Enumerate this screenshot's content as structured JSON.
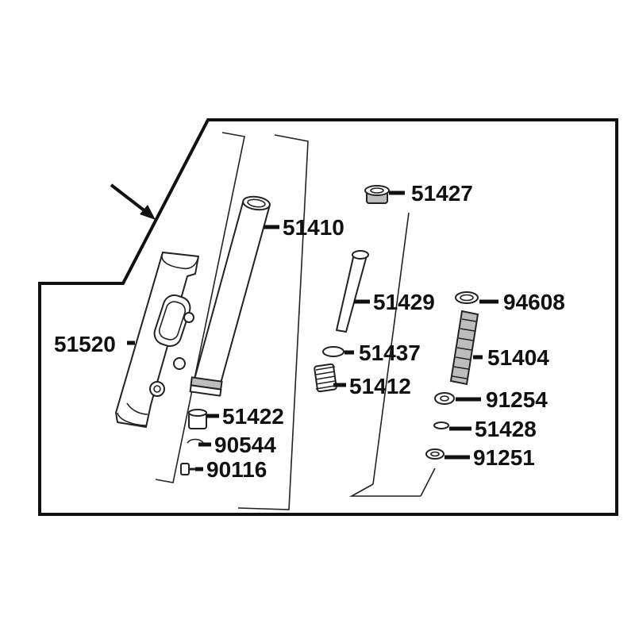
{
  "colors": {
    "line": "#111111",
    "background": "#ffffff",
    "shade": "#bdbdbd"
  },
  "parts": {
    "p51427": "51427",
    "p51410": "51410",
    "p51429": "51429",
    "p94608": "94608",
    "p51520": "51520",
    "p51437": "51437",
    "p51404": "51404",
    "p51412": "51412",
    "p91254": "91254",
    "p51422": "51422",
    "p51428": "51428",
    "p90544": "90544",
    "p91251": "91251",
    "p90116": "90116"
  }
}
